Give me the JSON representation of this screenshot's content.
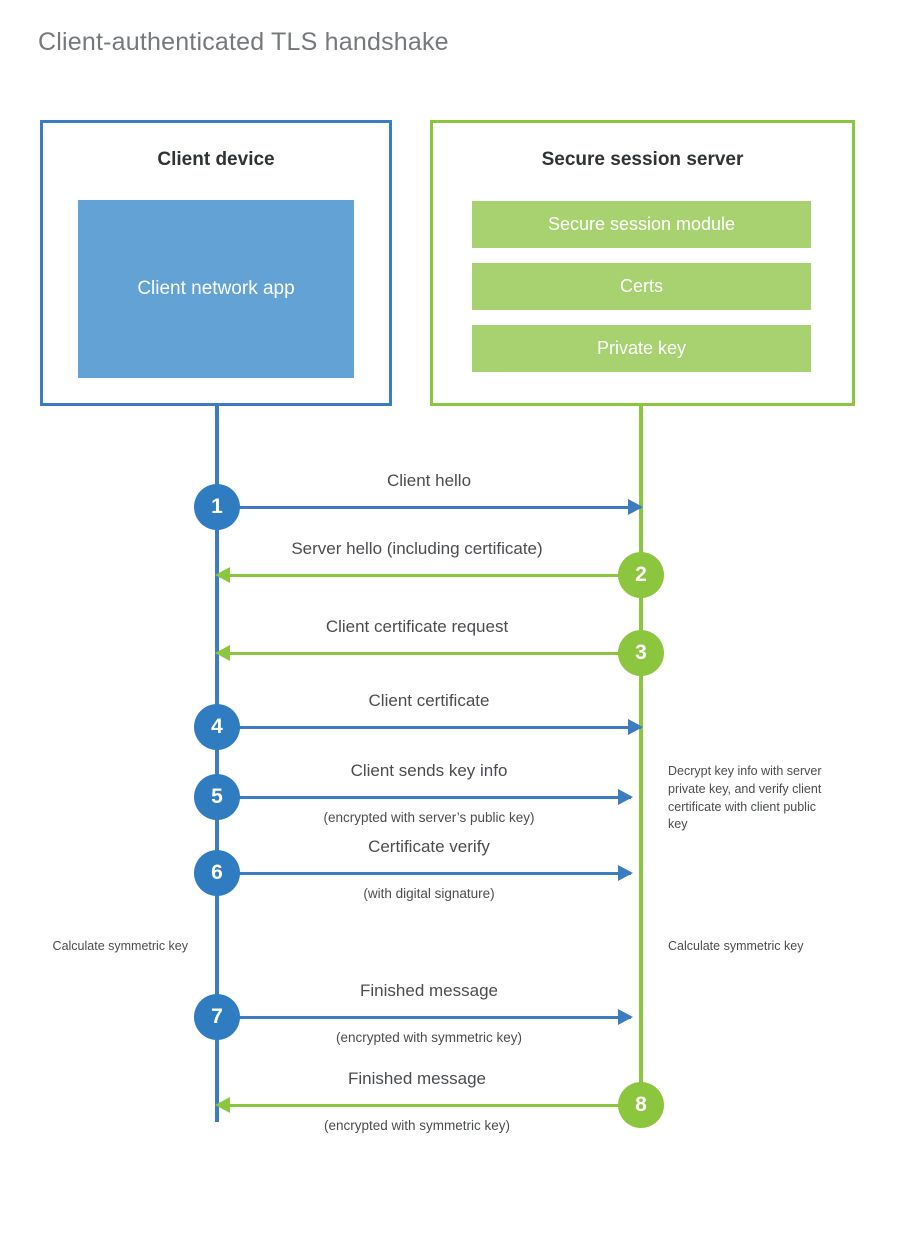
{
  "page": {
    "title": "Client-authenticated TLS handshake",
    "colors": {
      "client_blue": "#3B7DBF",
      "client_badge_blue": "#2F7DC0",
      "client_app_blue": "#62A2D4",
      "server_green": "#8CC63F",
      "server_block_green": "#A8D270",
      "text_gray": "#4a4d50",
      "title_gray": "#76797c",
      "heading_dark": "#2f3335"
    }
  },
  "participants": [
    {
      "id": "client",
      "title": "Client device",
      "blocks": [
        {
          "label": "Client network app"
        }
      ]
    },
    {
      "id": "server",
      "title": "Secure session server",
      "blocks": [
        {
          "label": "Secure session module"
        },
        {
          "label": "Certs"
        },
        {
          "label": "Private key"
        }
      ]
    }
  ],
  "messages": [
    {
      "step": "1",
      "label": "Client hello",
      "sub": "",
      "direction": "client-to-server",
      "color": "blue"
    },
    {
      "step": "2",
      "label": "Server hello (including certificate)",
      "sub": "",
      "direction": "server-to-client",
      "color": "green"
    },
    {
      "step": "3",
      "label": "Client certificate request",
      "sub": "",
      "direction": "server-to-client",
      "color": "green"
    },
    {
      "step": "4",
      "label": "Client certificate",
      "sub": "",
      "direction": "client-to-server",
      "color": "blue"
    },
    {
      "step": "5",
      "label": "Client sends key info",
      "sub": "(encrypted with server’s public key)",
      "direction": "client-to-server",
      "color": "blue"
    },
    {
      "step": "6",
      "label": "Certificate verify",
      "sub": "(with digital signature)",
      "direction": "client-to-server",
      "color": "blue"
    },
    {
      "step": "7",
      "label": "Finished message",
      "sub": "(encrypted with symmetric key)",
      "direction": "client-to-server",
      "color": "blue"
    },
    {
      "step": "8",
      "label": "Finished message",
      "sub": "(encrypted with symmetric key)",
      "direction": "server-to-client",
      "color": "green"
    }
  ],
  "notes": {
    "server_decrypt": "Decrypt key info with server private key, and verify client certificate with client public key",
    "client_calculate": "Calculate symmetric key",
    "server_calculate": "Calculate symmetric key"
  }
}
